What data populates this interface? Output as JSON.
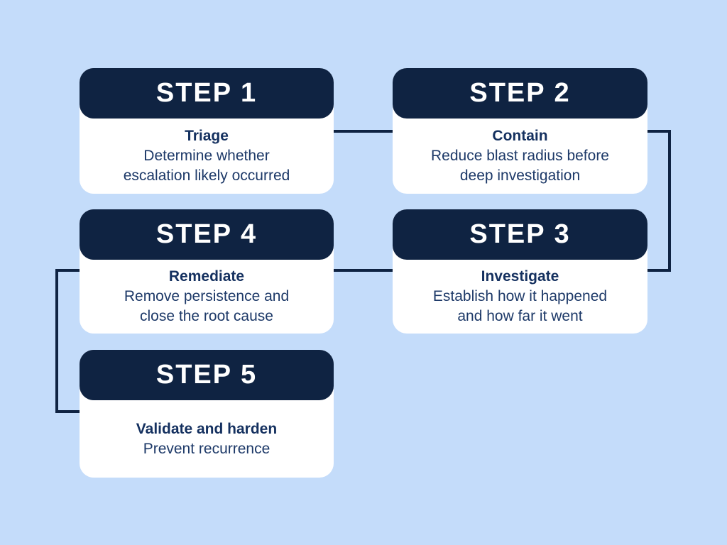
{
  "palette": {
    "background": "#c4dcfa",
    "card_header": "#0f2342",
    "card_body": "#ffffff",
    "header_text": "#ffffff",
    "title_text": "#14305f",
    "desc_text": "#1d3968",
    "connector": "#0f2342"
  },
  "steps": [
    {
      "header": "STEP 1",
      "title": "Triage",
      "desc": "Determine whether\nescalation likely occurred"
    },
    {
      "header": "STEP 2",
      "title": "Contain",
      "desc": "Reduce blast radius before\ndeep investigation"
    },
    {
      "header": "STEP 3",
      "title": "Investigate",
      "desc": "Establish how it happened\nand how far it went"
    },
    {
      "header": "STEP 4",
      "title": "Remediate",
      "desc": "Remove persistence and\nclose the root cause"
    },
    {
      "header": "STEP 5",
      "title": "Validate and harden",
      "desc": "Prevent recurrence"
    }
  ]
}
